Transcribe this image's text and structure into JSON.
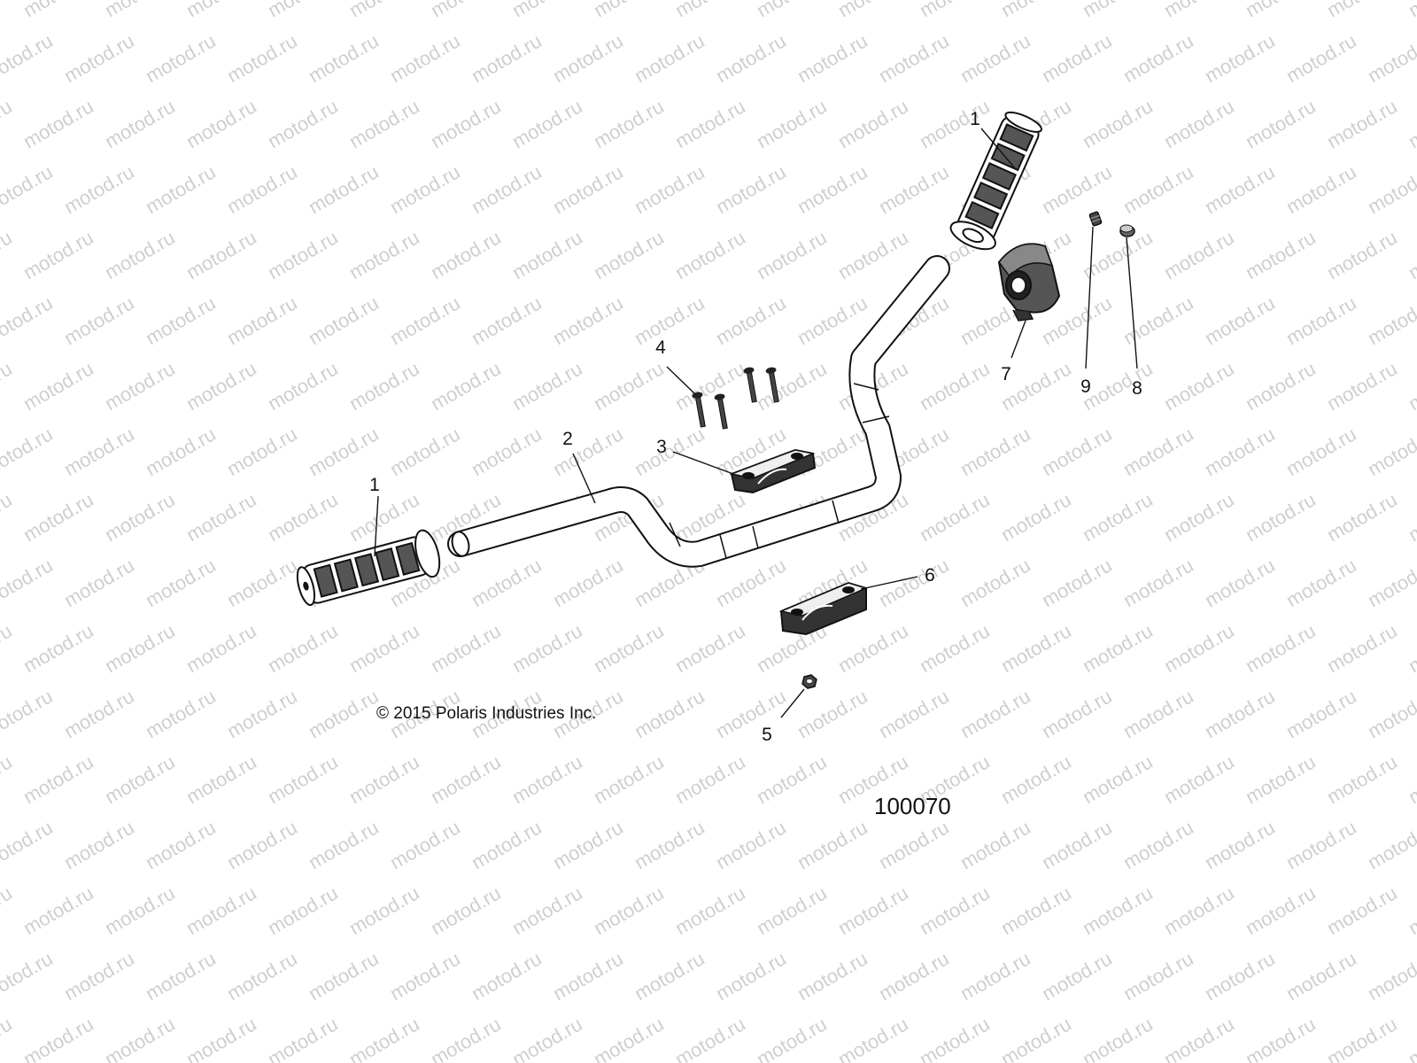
{
  "watermark": "motod.ru",
  "copyright": "© 2015 Polaris Industries Inc.",
  "drawing_id": "100070",
  "callouts": {
    "grip_left": "1",
    "grip_right": "1",
    "handlebar": "2",
    "upper_clamp": "3",
    "bolts": "4",
    "nut": "5",
    "lower_clamp": "6",
    "throttle_block": "7",
    "plug": "8",
    "screw": "9"
  }
}
